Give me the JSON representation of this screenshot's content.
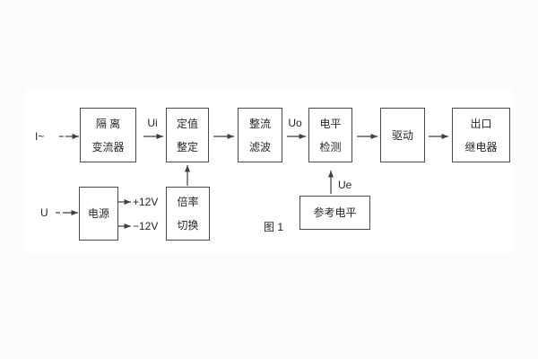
{
  "figure": {
    "caption": "图 1"
  },
  "inputs": {
    "current_input": "I~",
    "voltage_input": "U"
  },
  "signal_labels": {
    "ui": "Ui",
    "uo": "Uo",
    "ue": "Ue",
    "plus_12v": "+12V",
    "minus_12v": "−12V"
  },
  "blocks": {
    "isolation_transformer": {
      "line1": "隔 离",
      "line2": "变流器"
    },
    "setpoint_adjust": {
      "line1": "定值",
      "line2": "整定"
    },
    "rectify_filter": {
      "line1": "整流",
      "line2": "滤波"
    },
    "level_detector": {
      "line1": "电平",
      "line2": "检测"
    },
    "driver": {
      "label": "驱动"
    },
    "output_relay": {
      "line1": "出口",
      "line2": "继电器"
    },
    "power_supply": {
      "label": "电源"
    },
    "ratio_switch": {
      "line1": "倍率",
      "line2": "切换"
    },
    "reference_level": {
      "label": "参考电平"
    }
  },
  "colors": {
    "line": "#3f3f3f",
    "border": "#4b4b4b",
    "text": "#262626",
    "background": "#fbfbfb",
    "panel": "#ffffff"
  }
}
